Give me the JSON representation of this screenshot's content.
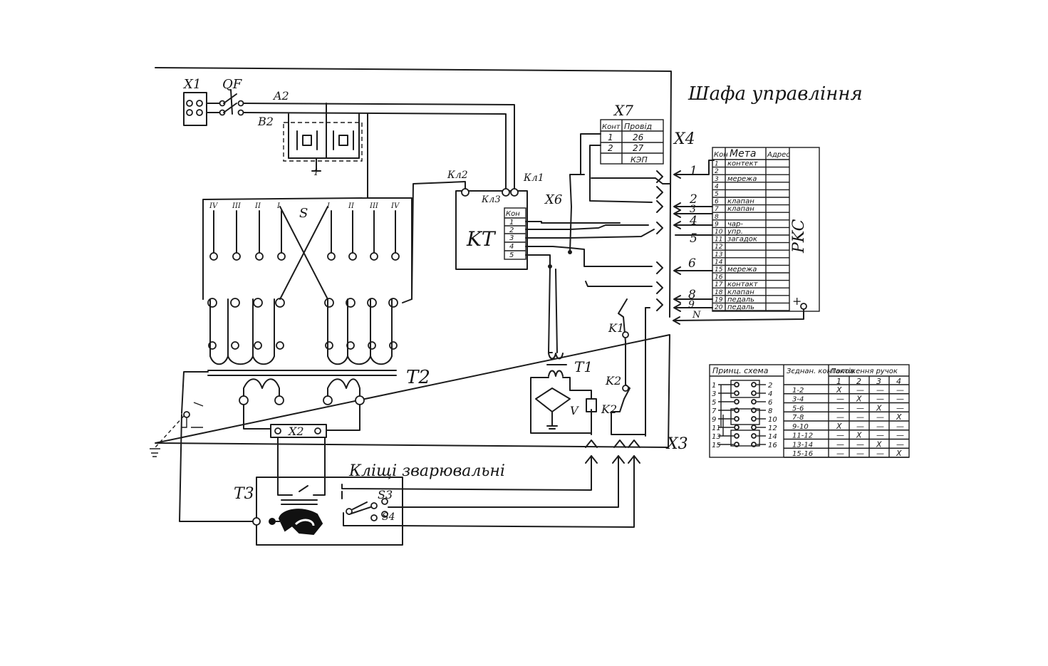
{
  "labels": {
    "cabinet_title": "Шафа управління",
    "x1": "X1",
    "qf": "QF",
    "a2": "A2",
    "b2": "B2",
    "x7": "X7",
    "x4": "X4",
    "x6": "X6",
    "kt": "KT",
    "kl1": "Кл1",
    "kl2": "Кл2",
    "kl3": "Кл3",
    "s": "S",
    "t2": "T2",
    "t1": "T1",
    "k1": "K1",
    "k2a": "K2",
    "k2b": "K2",
    "v": "V",
    "x2": "X2",
    "x3": "X3",
    "t3": "T3",
    "s3": "S3",
    "s4": "S4",
    "clamps_title": "Кліщі зварювальні",
    "pkc": "PKC",
    "plus": "+",
    "n": "N",
    "bridge": "1"
  },
  "tap_labels": [
    "IV",
    "III",
    "II",
    "I",
    "I",
    "II",
    "III",
    "IV"
  ],
  "x7_table": {
    "headers": [
      "Конт",
      "Провід"
    ],
    "rows": [
      [
        "1",
        "26"
      ],
      [
        "2",
        "27"
      ],
      [
        "",
        "КЭП"
      ]
    ]
  },
  "x6_table": {
    "header": "Кон",
    "rows": [
      "1",
      "2",
      "3",
      "4",
      "5"
    ]
  },
  "pkc_table": {
    "headers": [
      "Кон",
      "Мета",
      "Адрес"
    ],
    "rows": [
      [
        "1",
        "контект"
      ],
      [
        "2",
        ""
      ],
      [
        "3",
        "мережа"
      ],
      [
        "4",
        ""
      ],
      [
        "5",
        ""
      ],
      [
        "6",
        "клапан"
      ],
      [
        "7",
        "клапан"
      ],
      [
        "8",
        ""
      ],
      [
        "9",
        "чар-"
      ],
      [
        "10",
        "упр."
      ],
      [
        "11",
        "загадок"
      ],
      [
        "12",
        ""
      ],
      [
        "13",
        ""
      ],
      [
        "14",
        ""
      ],
      [
        "15",
        "мережа"
      ],
      [
        "16",
        ""
      ],
      [
        "17",
        "контакт"
      ],
      [
        "18",
        "клапан"
      ],
      [
        "19",
        "педаль"
      ],
      [
        "20",
        "педаль"
      ]
    ]
  },
  "line_numbers": [
    "1",
    "2",
    "3",
    "4",
    "5",
    "6",
    "8",
    "9"
  ],
  "switch_table": {
    "headers": [
      "Принц. схема",
      "Зєднан. контактів",
      "Положення ручок"
    ],
    "positions": [
      "1",
      "2",
      "3",
      "4"
    ],
    "left_pins": [
      "1",
      "3",
      "5",
      "7",
      "9",
      "11",
      "13",
      "15"
    ],
    "right_pins": [
      "2",
      "4",
      "6",
      "8",
      "10",
      "12",
      "14",
      "16"
    ],
    "rows": [
      [
        "1-2",
        "X",
        "—",
        "—",
        "—"
      ],
      [
        "3-4",
        "—",
        "X",
        "—",
        "—"
      ],
      [
        "5-6",
        "—",
        "—",
        "X",
        "—"
      ],
      [
        "7-8",
        "—",
        "—",
        "—",
        "X"
      ],
      [
        "9-10",
        "X",
        "—",
        "—",
        "—"
      ],
      [
        "11-12",
        "—",
        "X",
        "—",
        "—"
      ],
      [
        "13-14",
        "—",
        "—",
        "X",
        "—"
      ],
      [
        "15-16",
        "—",
        "—",
        "—",
        "X"
      ]
    ]
  }
}
